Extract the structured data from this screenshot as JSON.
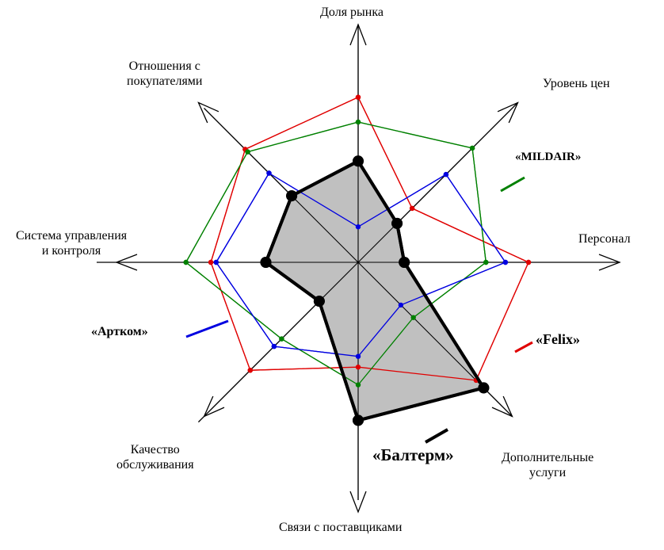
{
  "chart_data": {
    "type": "radar",
    "axes": [
      "Доля рынка",
      "Уровень цен",
      "Персонал",
      "Дополнительные услуги",
      "Связи с поставщиками",
      "Качество обслуживания",
      "Система управления и контроля",
      "Отношения с покупателями"
    ],
    "series": [
      {
        "name": "«Felix»",
        "color": "#e00000",
        "values": [
          0.93,
          0.43,
          0.96,
          0.94,
          0.59,
          0.86,
          0.83,
          0.9
        ]
      },
      {
        "name": "«MILDAIR»",
        "color": "#008000",
        "values": [
          0.79,
          0.91,
          0.72,
          0.44,
          0.69,
          0.61,
          0.97,
          0.88
        ]
      },
      {
        "name": "«Артком»",
        "color": "#0000e0",
        "values": [
          0.2,
          0.7,
          0.83,
          0.34,
          0.53,
          0.67,
          0.8,
          0.71
        ]
      },
      {
        "name": "«Балтерм»",
        "color": "#000000",
        "fill": "#c0c0c0",
        "values": [
          0.57,
          0.31,
          0.26,
          1.0,
          0.89,
          0.31,
          0.52,
          0.53
        ]
      }
    ],
    "legend": "labels-on-chart"
  },
  "axis_labels": {
    "top": "Доля рынка",
    "top_right": "Уровень цен",
    "right": "Персонал",
    "bottom_right_1": "Дополнительные",
    "bottom_right_2": "услуги",
    "bottom": "Связи с поставщиками",
    "bottom_left_1": "Качество",
    "bottom_left_2": "обслуживания",
    "left_1": "Система управления",
    "left_2": "и контроля",
    "top_left_1": "Отношения с",
    "top_left_2": "покупателями"
  },
  "series_labels": {
    "mildair": "«MILDAIR»",
    "felix": "«Felix»",
    "artkom": "«Артком»",
    "balterm": "«Балтерм»"
  }
}
